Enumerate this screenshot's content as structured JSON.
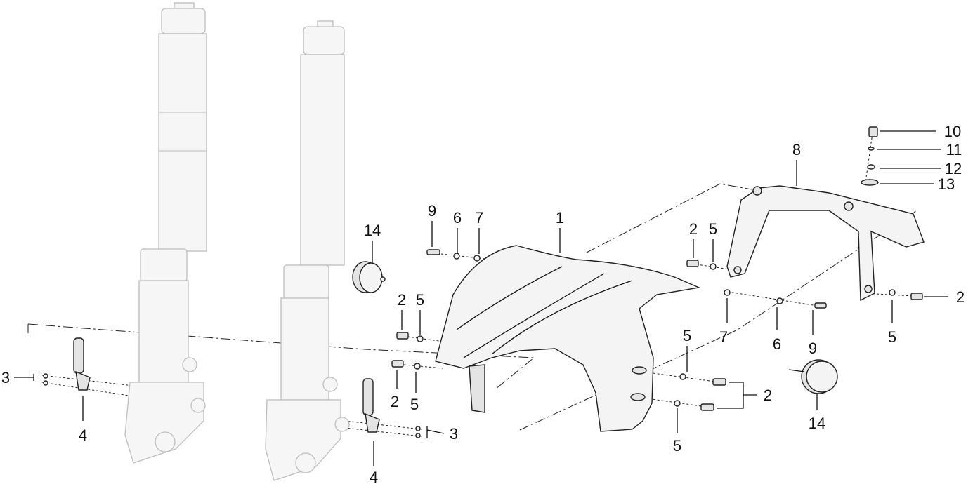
{
  "diagram": {
    "callouts": {
      "fork_left_bolt": "3",
      "fork_left_bracket": "4",
      "fork_right_bolt": "3",
      "fork_right_bracket": "4",
      "reflector_left": "14",
      "top_bolt_9": "9",
      "top_washer_6": "6",
      "top_collar_7": "7",
      "front_fender": "1",
      "bolt_2_a": "2",
      "washer_5_a": "5",
      "bolt_2_b": "2",
      "washer_5_b": "5",
      "bolt_2_c": "2",
      "washer_5_c": "5",
      "fender_bracket": "8",
      "screw_10": "10",
      "washer_11": "11",
      "washer_12": "12",
      "grommet_13": "13",
      "bolt_2_d": "2",
      "washer_5_d": "5",
      "collar_7_b": "7",
      "washer_6_b": "6",
      "bolt_9_b": "9",
      "washer_5_e": "5",
      "bolt_2_e": "2",
      "washer_5_f": "5",
      "reflector_right": "14"
    }
  }
}
